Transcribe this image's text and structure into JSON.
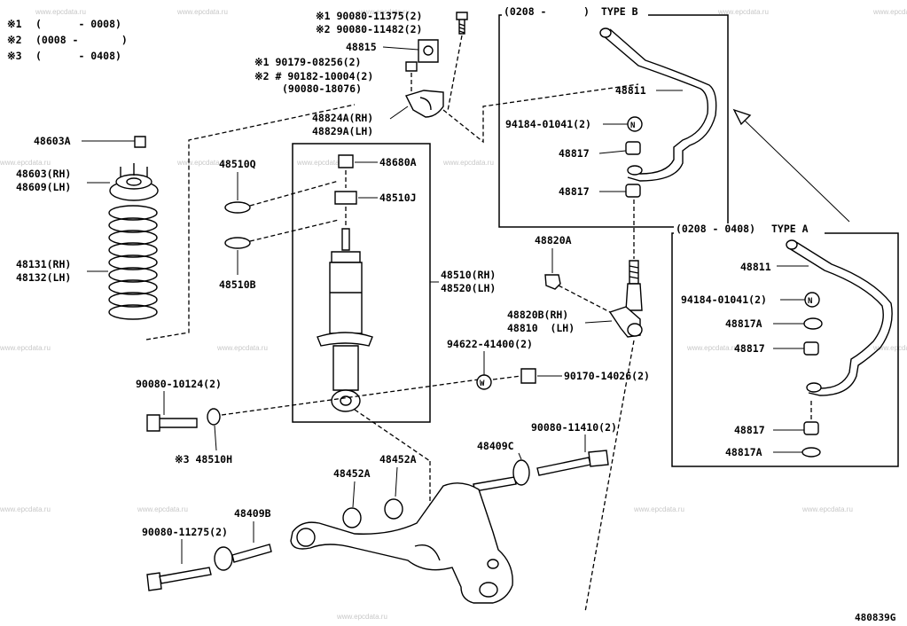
{
  "diagram": {
    "figure_code": "480839G",
    "watermark": "www.epcdata.ru",
    "notes": [
      {
        "mark": "※1",
        "range": "(      - 0008)"
      },
      {
        "mark": "※2",
        "range": "(0008 -       )"
      },
      {
        "mark": "※3",
        "range": "(      - 0408)"
      }
    ],
    "boxes": {
      "type_b": {
        "range": "(0208 -      )",
        "title": "TYPE B"
      },
      "type_a": {
        "range": "(0208 - 0408)",
        "title": "TYPE A"
      }
    },
    "labels": {
      "bolt_top_1": "※1 90080-11375(2)",
      "bolt_top_2": "※2 90080-11482(2)",
      "bushing_48815": "48815",
      "nut_1": "※1  90179-08256(2)",
      "nut_2": "※2 # 90182-10004(2)",
      "nut_3": "(90080-18076)",
      "bracket_1": "48824A(RH)",
      "bracket_2": "48829A(LH)",
      "nut_48603A": "48603A",
      "support_rh": "48603(RH)",
      "support_lh": "48609(LH)",
      "spring_rh": "48131(RH)",
      "spring_lh": "48132(LH)",
      "washer_48510Q": "48510Q",
      "washer_48510B": "48510B",
      "cushion_48680A": "48680A",
      "cushion_48510J": "48510J",
      "absorber_rh": "48510(RH)",
      "absorber_lh": "48520(LH)",
      "link_nut": "48820A",
      "link_rh": "48820B(RH)",
      "link_lh": "48810  (LH)",
      "washer_94622": "94622-41400(2)",
      "bolt_90080_10124": "90080-10124(2)",
      "nut_90170": "90170-14026(2)",
      "bush_48510H": "※3 48510H",
      "cam_48409C": "48409C",
      "bolt_90080_11410": "90080-11410(2)",
      "stopper_1": "48452A",
      "stopper_2": "48452A",
      "cam_48409B": "48409B",
      "bolt_90080_11275": "90080-11275(2)",
      "b_bar": "48811",
      "b_nut": "94184-01041(2)",
      "b_bush_1": "48817",
      "b_bush_2": "48817",
      "a_bar": "48811",
      "a_nut": "94184-01041(2)",
      "a_bush_1": "48817A",
      "a_bush_2": "48817",
      "a_bush_3": "48817",
      "a_bush_4": "48817A"
    },
    "circle_glyphs": {
      "nut_symbol": "N",
      "washer_symbol": "W"
    }
  }
}
